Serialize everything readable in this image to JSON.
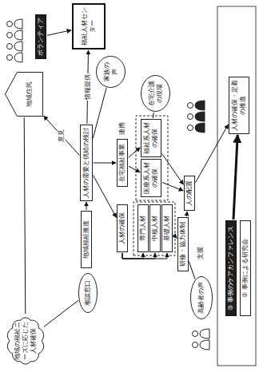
{
  "diagram": {
    "nodes": [
      {
        "text": [
          "地域の福祉ニーズに応じた人材確保"
        ]
      },
      {
        "text": [
          "地域住民"
        ]
      },
      {
        "text": [
          "福祉人材センター"
        ]
      },
      {
        "text": [
          "ボランティア"
        ]
      },
      {
        "text": [
          "地域福祉推進"
        ]
      },
      {
        "text": [
          "人材の需要と供給の検討"
        ]
      },
      {
        "text": [
          "在宅福祉事業"
        ]
      },
      {
        "text": [
          "人材の確保"
        ]
      },
      {
        "text": [
          "医療系人材の確保"
        ]
      },
      {
        "text": [
          "福祉系人材の確保"
        ]
      },
      {
        "text": [
          "専門人材"
        ]
      },
      {
        "text": [
          "中核人材"
        ]
      },
      {
        "text": [
          "基礎人材"
        ]
      },
      {
        "text": [
          "研修・協力体制"
        ]
      },
      {
        "text": [
          "人の配置"
        ]
      },
      {
        "text": [
          "人材の確保・定着の推進"
        ]
      },
      {
        "text": [
          "③ 事例のケアカンファレンス"
        ]
      },
      {
        "text": [
          "② 事例による研究会"
        ]
      },
      {
        "text": [
          "高齢者の声"
        ]
      },
      {
        "text": [
          "在宅介護の現場"
        ]
      },
      {
        "text": [
          "家族の声"
        ]
      },
      {
        "text": [
          "相談窓口"
        ]
      }
    ],
    "edges": [
      {
        "from": 1,
        "to": 0,
        "arrow": "none"
      },
      {
        "from": 5,
        "to": 1,
        "label": "意見",
        "arrow": "to"
      },
      {
        "from": 5,
        "to": 2,
        "label": "情報提供",
        "arrow": "to"
      },
      {
        "from": 3,
        "to": 2,
        "arrow": "to"
      },
      {
        "from": 4,
        "to": 5,
        "arrow": "to"
      },
      {
        "from": 5,
        "to": 6,
        "arrow": "to"
      },
      {
        "from": 5,
        "to": 7,
        "arrow": "to"
      },
      {
        "from": 6,
        "to": 8,
        "arrow": "to"
      },
      {
        "from": 6,
        "to": 9,
        "arrow": "to"
      },
      {
        "from": 7,
        "to": 10,
        "arrow": "to"
      },
      {
        "from": 7,
        "to": 11,
        "arrow": "to"
      },
      {
        "from": 7,
        "to": 12,
        "arrow": "to"
      },
      {
        "from": 8,
        "to": 14,
        "arrow": "to"
      },
      {
        "from": 9,
        "to": 14,
        "arrow": "to"
      },
      {
        "from": 12,
        "to": 13,
        "arrow": "to"
      },
      {
        "from": 13,
        "to": 14,
        "arrow": "to"
      },
      {
        "from": 14,
        "to": 15,
        "arrow": "to"
      },
      {
        "from": 16,
        "to": 15,
        "arrow": "to"
      },
      {
        "from": 18,
        "to": 13,
        "arrow": "none"
      },
      {
        "from": 19,
        "to": 9,
        "arrow": "none"
      },
      {
        "from": 20,
        "to": 5,
        "arrow": "none"
      },
      {
        "from": 21,
        "to": 0,
        "arrow": "none"
      }
    ],
    "labels": [
      "連携",
      "支援"
    ]
  }
}
